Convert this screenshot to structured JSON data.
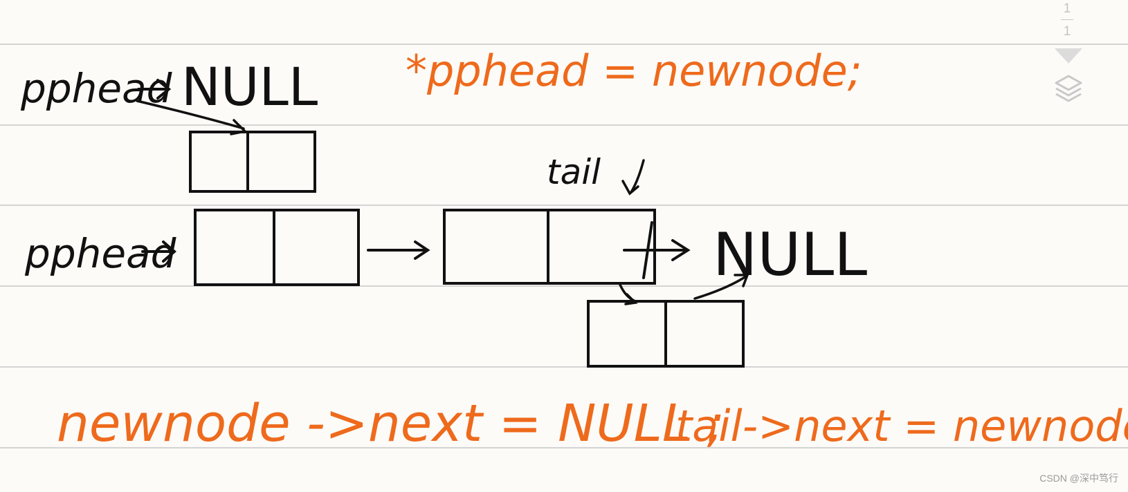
{
  "page_indicator": {
    "current": "1",
    "total": "1"
  },
  "ink": {
    "black": "#111111",
    "orange": "#ee6a1c",
    "rule": "#c8c8c8"
  },
  "labels": {
    "pphead_top": "pphead",
    "null_top": "NULL",
    "assign_top": "*pphead = newnode;",
    "tail": "tail",
    "pphead_mid": "pphead",
    "null_mid": "NULL",
    "bottom_left": "newnode ->next = NULL ;",
    "bottom_right": "tail->next = newnode;"
  },
  "icons": {
    "arrow_down": "triangle-down-icon",
    "layers": "layers-icon"
  },
  "watermark": "CSDN @深中笃行"
}
